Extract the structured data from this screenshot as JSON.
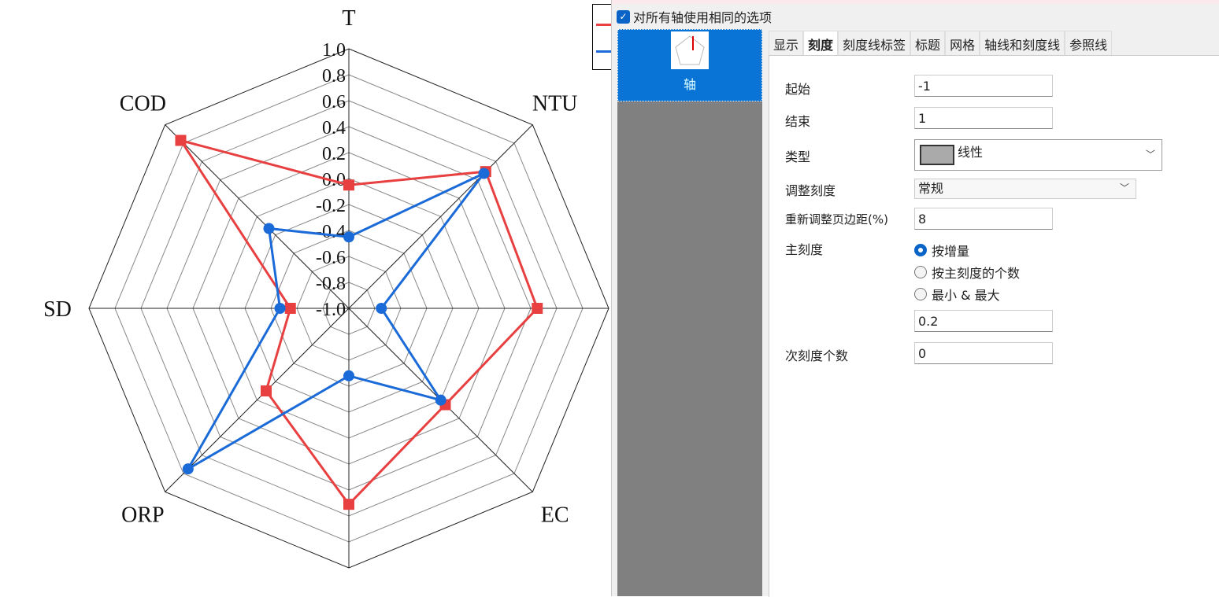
{
  "chart_data": {
    "type": "radar",
    "axes": [
      "T",
      "NTU",
      "",
      "EC",
      "",
      "ORP",
      "SD",
      "COD"
    ],
    "range": [
      -1,
      1
    ],
    "ticks": [
      "1.0",
      "0.8",
      "0.6",
      "0.4",
      "0.2",
      "0.0",
      "-0.2",
      "-0.4",
      "-0.6",
      "-0.8",
      "-1.0"
    ],
    "tick_values": [
      1,
      0.8,
      0.6,
      0.4,
      0.2,
      0,
      -0.2,
      -0.4,
      -0.6,
      -0.8,
      -1
    ],
    "grid": true,
    "series": [
      {
        "color": "#e84040",
        "marker": "square",
        "values": [
          -0.05,
          0.49,
          0.45,
          0.05,
          0.51,
          -0.1,
          -0.55,
          0.83
        ]
      },
      {
        "color": "#1a6ad8",
        "marker": "circle",
        "values": [
          -0.45,
          0.47,
          -0.75,
          0.0,
          -0.48,
          0.75,
          -0.47,
          -0.13
        ]
      }
    ]
  },
  "dialog": {
    "same_options_label": "对所有轴使用相同的选项",
    "same_options_checked": true,
    "left_item": "轴",
    "tabs": [
      "显示",
      "刻度",
      "刻度线标签",
      "标题",
      "网格",
      "轴线和刻度线",
      "参照线"
    ],
    "active_tab": "刻度",
    "fields": {
      "from_label": "起始",
      "from_value": "-1",
      "to_label": "结束",
      "to_value": "1",
      "type_label": "类型",
      "type_value": "线性",
      "rescale_label": "调整刻度",
      "rescale_value": "常规",
      "margin_label": "重新调整页边距(%)",
      "margin_value": "8",
      "major_label": "主刻度",
      "major_options": [
        "按增量",
        "按主刻度的个数",
        "最小 & 最大"
      ],
      "major_selected": "按增量",
      "increment_value": "0.2",
      "minor_label": "次刻度个数",
      "minor_value": "0"
    }
  }
}
